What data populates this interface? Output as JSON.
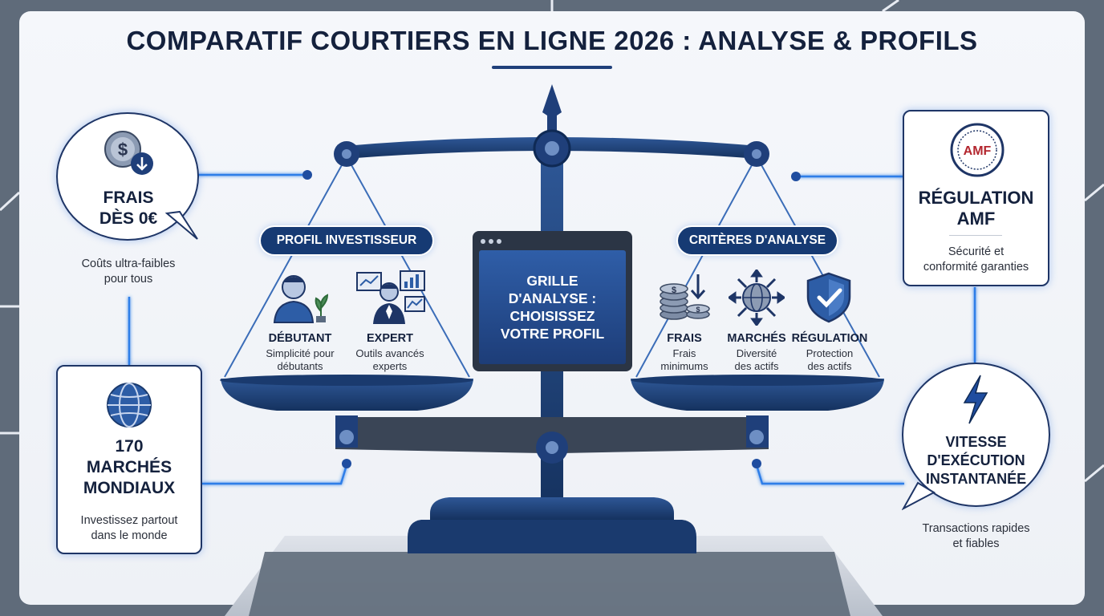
{
  "title": "COMPARATIF COURTIERS EN LIGNE 2026 : ANALYSE & PROFILS",
  "colors": {
    "navy": "#163a73",
    "dark_navy": "#14213d",
    "glow_blue": "#2f7ee8",
    "screen_blue": "#2f5ea8"
  },
  "left_top": {
    "icon": "dollar-coin-down-icon",
    "title_line1": "FRAIS",
    "title_line2": "DÈS 0€",
    "desc_line1": "Coûts ultra-faibles",
    "desc_line2": "pour tous"
  },
  "left_bottom": {
    "icon": "globe-icon",
    "title_line1": "170",
    "title_line2": "MARCHÉS",
    "title_line3": "MONDIAUX",
    "desc_line1": "Investissez partout",
    "desc_line2": "dans le monde"
  },
  "right_top": {
    "icon": "amf-seal-icon",
    "seal_text": "AMF",
    "title_line1": "RÉGULATION",
    "title_line2": "AMF",
    "desc_line1": "Sécurité et",
    "desc_line2": "conformité garanties"
  },
  "right_bottom": {
    "icon": "lightning-icon",
    "title_line1": "VITESSE",
    "title_line2": "D'EXÉCUTION",
    "title_line3": "INSTANTANÉE",
    "desc_line1": "Transactions rapides",
    "desc_line2": "et fiables"
  },
  "left_pan": {
    "label": "PROFIL INVESTISSEUR",
    "items": [
      {
        "icon": "beginner-person-plant-icon",
        "title": "DÉBUTANT",
        "desc_line1": "Simplicité pour",
        "desc_line2": "débutants"
      },
      {
        "icon": "expert-person-charts-icon",
        "title": "EXPERT",
        "desc_line1": "Outils avancés",
        "desc_line2": "experts"
      }
    ]
  },
  "right_pan": {
    "label": "CRITÈRES D'ANALYSE",
    "items": [
      {
        "icon": "coins-down-icon",
        "title": "FRAIS",
        "desc_line1": "Frais",
        "desc_line2": "minimums"
      },
      {
        "icon": "globe-arrows-icon",
        "title": "MARCHÉS",
        "desc_line1": "Diversité",
        "desc_line2": "des actifs"
      },
      {
        "icon": "shield-check-icon",
        "title": "RÉGULATION",
        "desc_line1": "Protection",
        "desc_line2": "des actifs"
      }
    ]
  },
  "monitor": {
    "line1": "GRILLE",
    "line2": "D'ANALYSE :",
    "line3": "CHOISISSEZ",
    "line4": "VOTRE PROFIL"
  }
}
